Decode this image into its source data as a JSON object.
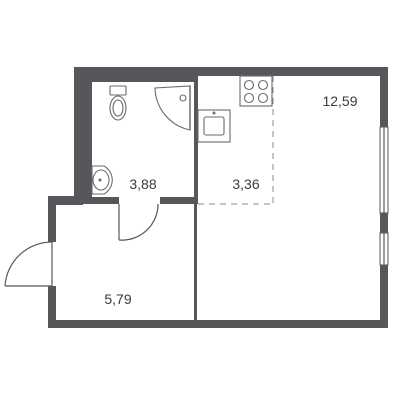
{
  "plan": {
    "rooms": [
      {
        "id": "living",
        "area": "12,59"
      },
      {
        "id": "bathroom",
        "area": "3,88"
      },
      {
        "id": "kitchen",
        "area": "3,36"
      },
      {
        "id": "hallway",
        "area": "5,79"
      }
    ]
  },
  "colors": {
    "wall": "#56565b",
    "background": "#ffffff"
  }
}
